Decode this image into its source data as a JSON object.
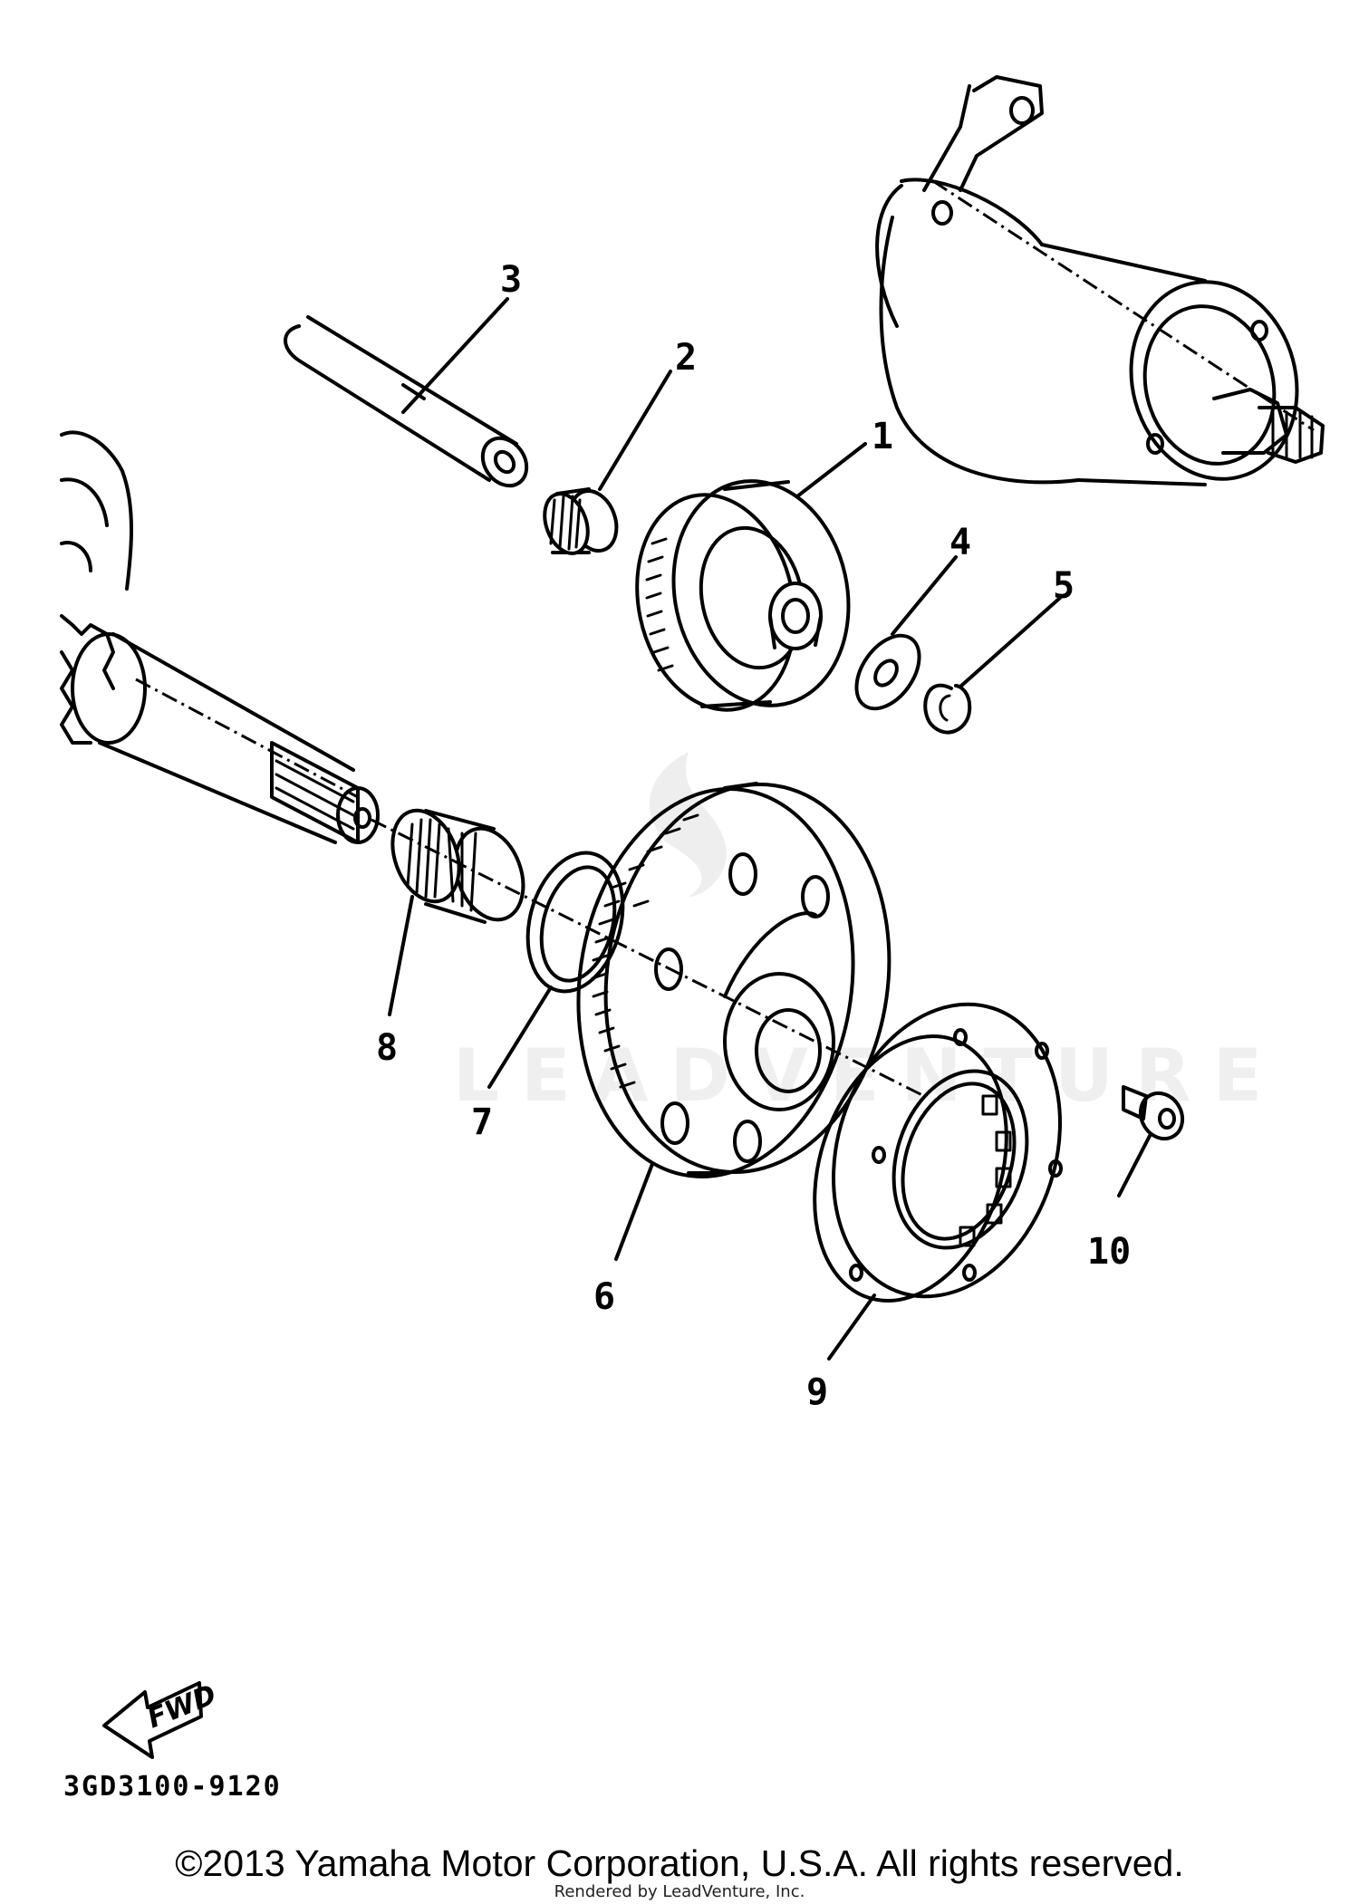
{
  "diagram": {
    "callouts": [
      {
        "id": "callout-1",
        "label": "1"
      },
      {
        "id": "callout-2",
        "label": "2"
      },
      {
        "id": "callout-3",
        "label": "3"
      },
      {
        "id": "callout-4",
        "label": "4"
      },
      {
        "id": "callout-5",
        "label": "5"
      },
      {
        "id": "callout-6",
        "label": "6"
      },
      {
        "id": "callout-7",
        "label": "7"
      },
      {
        "id": "callout-8",
        "label": "8"
      },
      {
        "id": "callout-9",
        "label": "9"
      },
      {
        "id": "callout-10",
        "label": "10"
      }
    ],
    "fwd_label": "FWD",
    "drawing_code": "3GD3100-9120",
    "watermark": "LEADVENTURE"
  },
  "footer": {
    "copyright": "©2013 Yamaha Motor Corporation, U.S.A. All rights reserved.",
    "rendered_by": "Rendered by LeadVenture, Inc."
  }
}
